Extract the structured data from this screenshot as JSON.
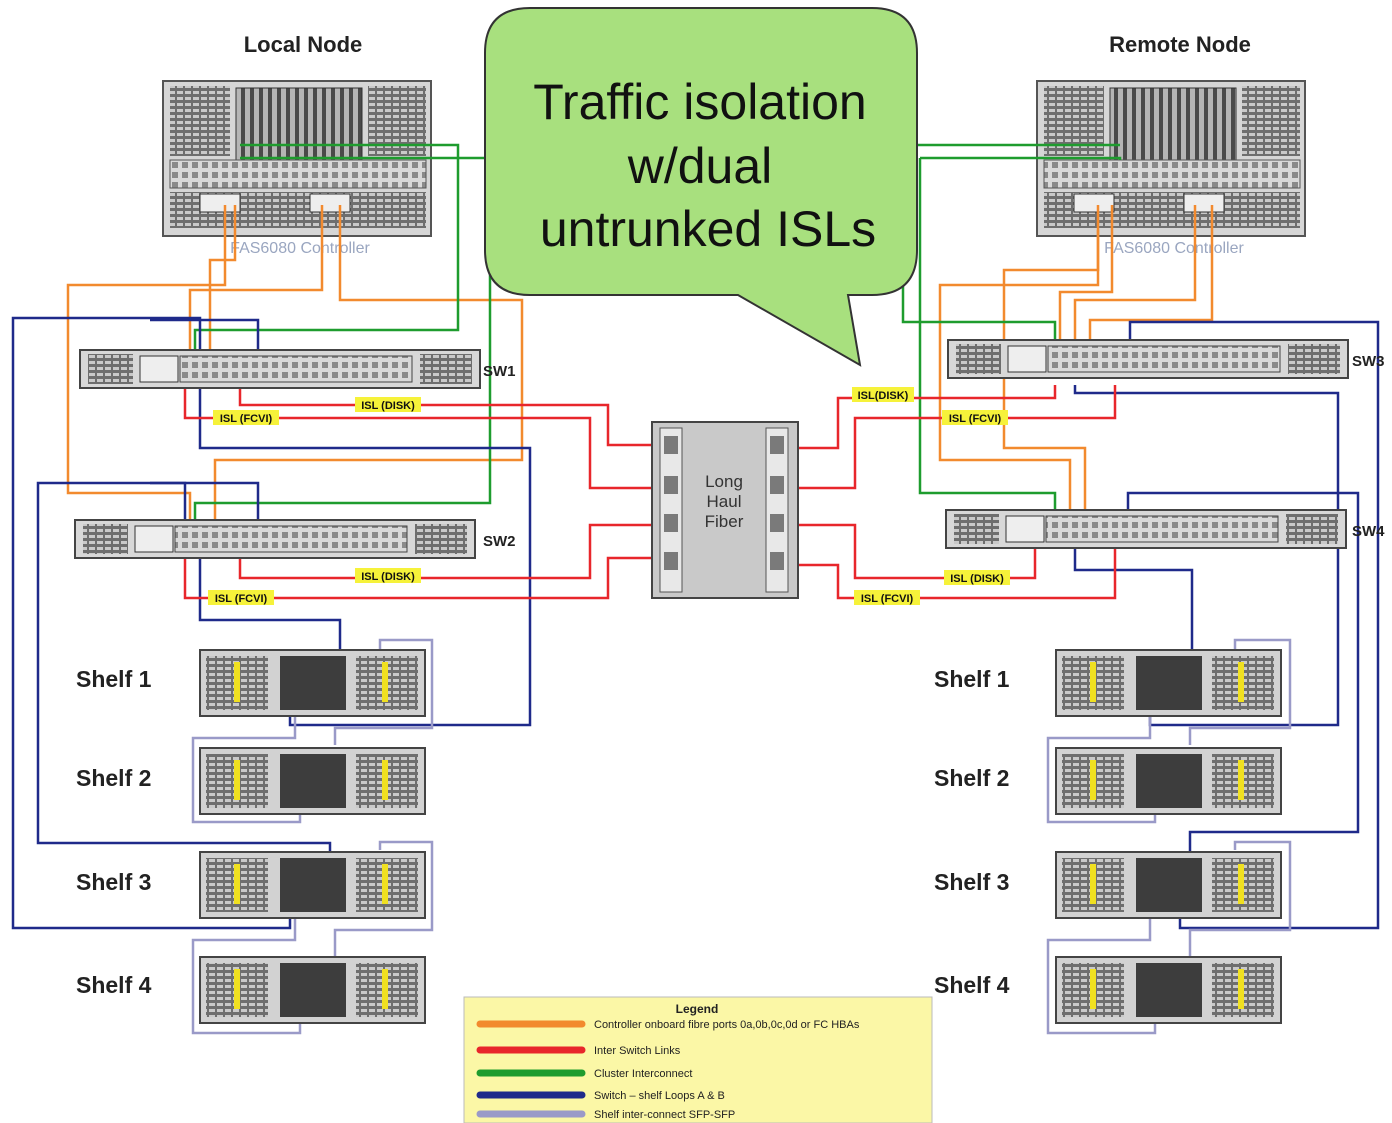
{
  "nodes": {
    "local_title": "Local Node",
    "remote_title": "Remote Node",
    "controller_label": "FAS6080 Controller"
  },
  "callout": {
    "line1": "Traffic isolation",
    "line2": "w/dual",
    "line3": "untrunked ISLs",
    "fill": "#a8e07e"
  },
  "switches": {
    "sw1": "SW1",
    "sw2": "SW2",
    "sw3": "SW3",
    "sw4": "SW4"
  },
  "isl_tags": {
    "disk": "ISL (DISK)",
    "fcvi": "ISL (FCVI)",
    "disk_remote_top": "ISL(DISK)"
  },
  "fiber": {
    "line1": "Long",
    "line2": "Haul",
    "line3": "Fiber"
  },
  "shelves": {
    "local": [
      "Shelf 1",
      "Shelf 2",
      "Shelf 3",
      "Shelf 4"
    ],
    "remote": [
      "Shelf 1",
      "Shelf 2",
      "Shelf 3",
      "Shelf 4"
    ]
  },
  "legend": {
    "title": "Legend",
    "items": [
      {
        "color": "#f28a2e",
        "text": "Controller onboard fibre ports 0a,0b,0c,0d or FC HBAs"
      },
      {
        "color": "#e8262b",
        "text": "Inter Switch Links"
      },
      {
        "color": "#1e9c2e",
        "text": "Cluster Interconnect"
      },
      {
        "color": "#1f2a8a",
        "text": "Switch – shelf Loops A & B"
      },
      {
        "color": "#9a9ac8",
        "text": "Shelf inter-connect SFP-SFP"
      }
    ]
  },
  "colors": {
    "orange": "#f28a2e",
    "red": "#e8262b",
    "green": "#1e9c2e",
    "navy": "#1f2a8a",
    "lavender": "#9a9ac8",
    "tag": "#f6f23a",
    "legend_bg": "#fbf7a6"
  }
}
